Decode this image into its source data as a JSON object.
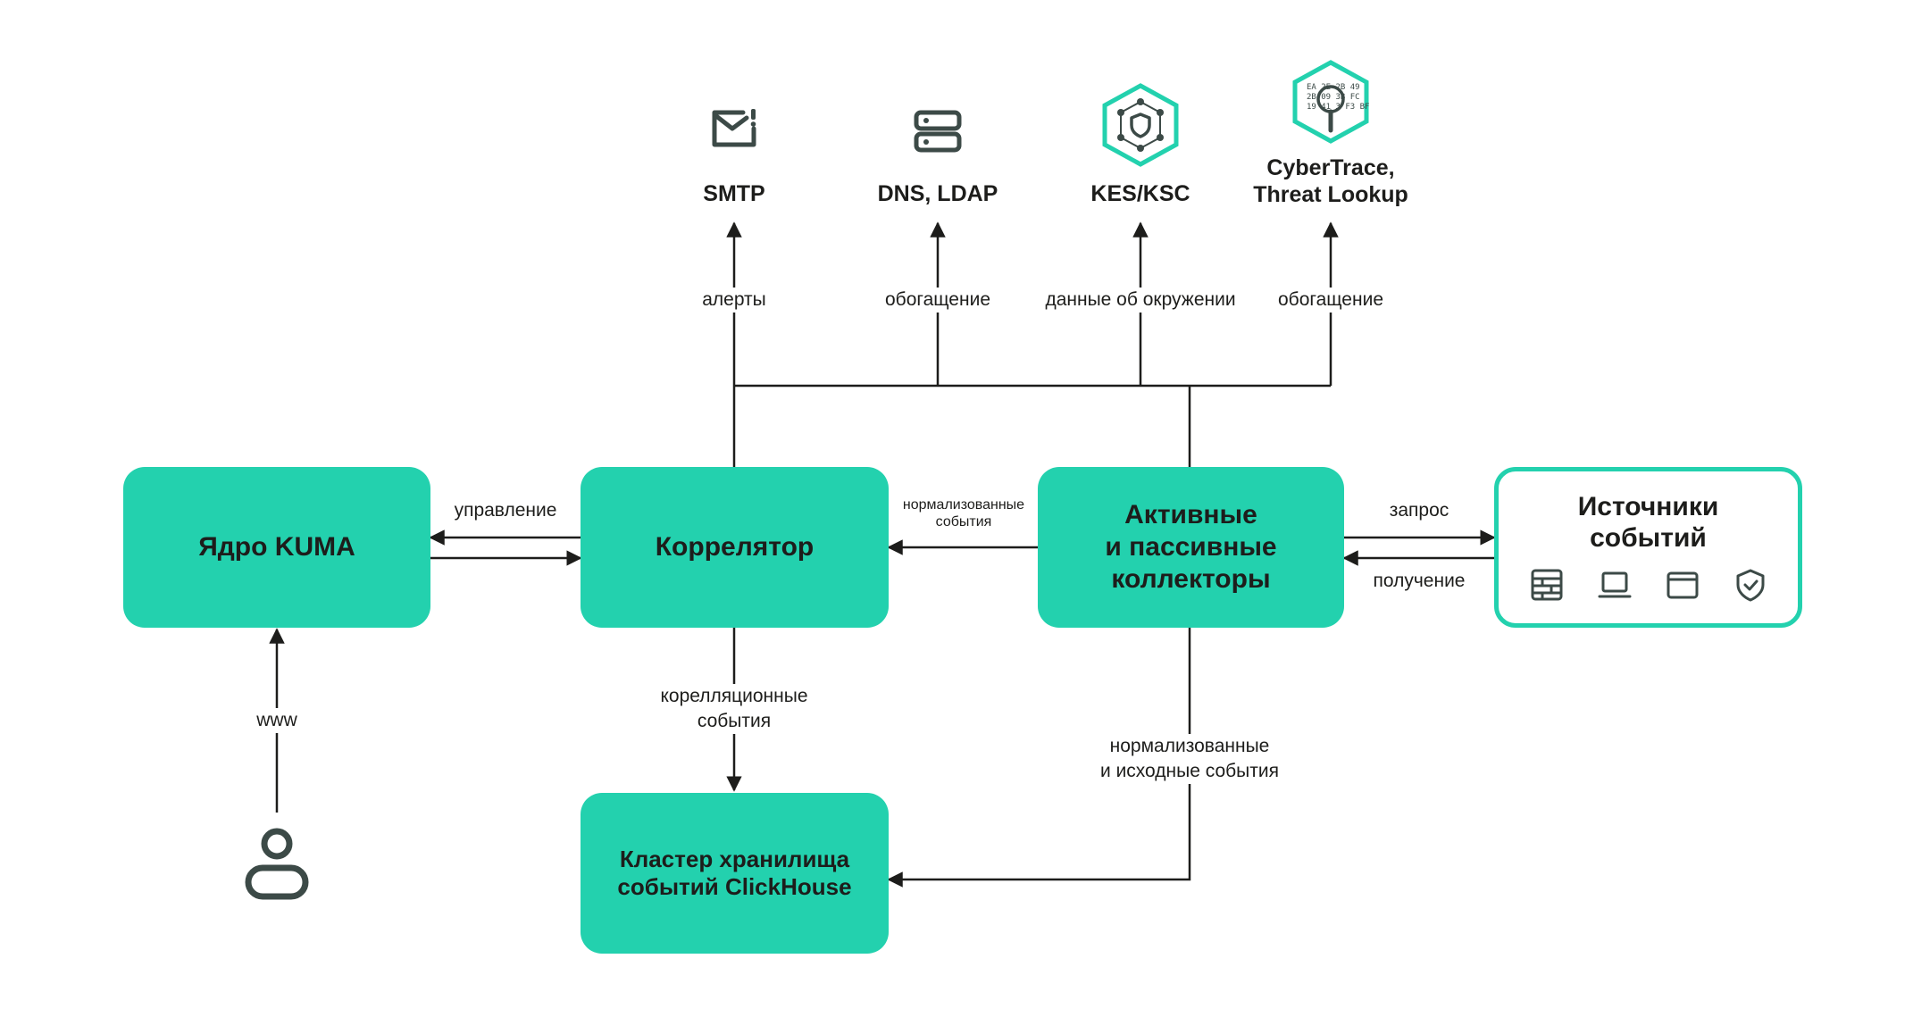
{
  "colors": {
    "accent": "#23d1ae",
    "line": "#1d1d1b",
    "icon": "#3c4a47"
  },
  "boxes": {
    "core": "Ядро KUMA",
    "correlator": "Коррелятор",
    "collectors": "Активные\nи пассивные\nколлекторы",
    "storage": "Кластер хранилища\nсобытий ClickHouse",
    "sources": "Источники\nсобытий"
  },
  "services": {
    "smtp": {
      "title": "SMTP",
      "label": "алерты",
      "icon": "mail-icon"
    },
    "dns": {
      "title": "DNS, LDAP",
      "label": "обогащение",
      "icon": "server-icon"
    },
    "kes": {
      "title": "KES/KSC",
      "label": "данные об окружении",
      "icon": "shield-hex-icon"
    },
    "cyber": {
      "title": "CyberTrace,\nThreat Lookup",
      "label": "обогащение",
      "icon": "threat-lookup-icon"
    }
  },
  "labels": {
    "control": "управление",
    "normalized_small": "нормализованные\nсобытия",
    "request": "запрос",
    "receive": "получение",
    "www": "www",
    "correlation_events": "корелляционные\nсобытия",
    "normalized_raw": "нормализованные\nи исходные события"
  },
  "source_icons": [
    "firewall-icon",
    "laptop-icon",
    "window-icon",
    "shield-check-icon"
  ],
  "user_icon": "user-icon"
}
